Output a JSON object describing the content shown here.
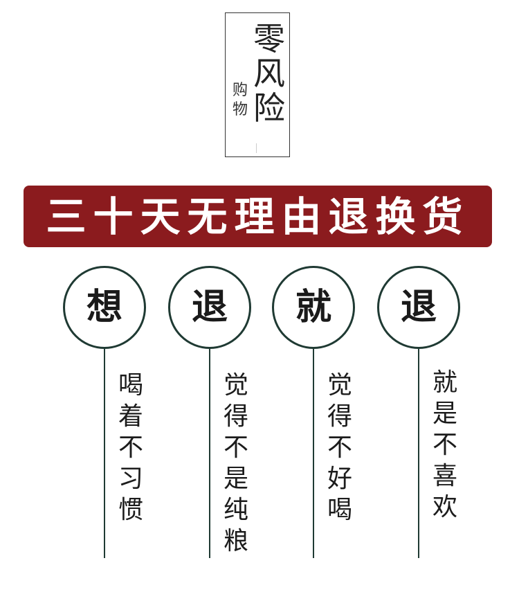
{
  "label": {
    "main": [
      "零",
      "风",
      "险"
    ],
    "side": [
      "购",
      "物"
    ]
  },
  "banner": {
    "text": "三十天无理由退换货",
    "color": "#8b1b1e"
  },
  "columns": [
    {
      "circle": "想",
      "text": [
        "喝",
        "着",
        "不",
        "习",
        "惯"
      ]
    },
    {
      "circle": "退",
      "text": [
        "觉",
        "得",
        "不",
        "是",
        "纯",
        "粮"
      ]
    },
    {
      "circle": "就",
      "text": [
        "觉",
        "得",
        "不",
        "好",
        "喝"
      ]
    },
    {
      "circle": "退",
      "text": [
        "就",
        "是",
        "不",
        "喜",
        "欢"
      ]
    }
  ],
  "colors": {
    "circle_stroke": "#1f3a33",
    "text": "#1c1c1c"
  }
}
